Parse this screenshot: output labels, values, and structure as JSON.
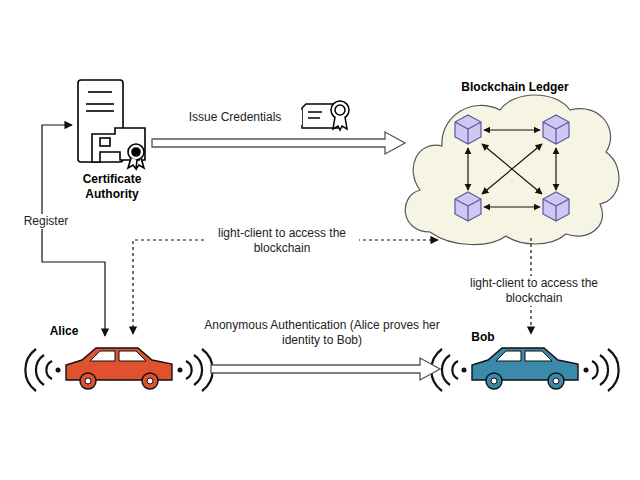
{
  "diagram": {
    "nodes": [
      {
        "text": [
          "Certificate Authority"
        ]
      },
      {
        "text": [
          "Blockchain Ledger"
        ]
      },
      {
        "text": [
          "Alice"
        ]
      },
      {
        "text": [
          "Bob"
        ]
      }
    ],
    "edges": [
      {
        "from": 0,
        "to": 1,
        "label": "Issue Credentials",
        "arrow": "to"
      },
      {
        "from": 2,
        "to": 0,
        "label": "Register",
        "arrow": "both"
      },
      {
        "from": 2,
        "to": 1,
        "label": "light-client to access the blockchain",
        "arrow": "both"
      },
      {
        "from": 1,
        "to": 3,
        "label": "light-client to access the blockchain",
        "arrow": "to"
      },
      {
        "from": 2,
        "to": 3,
        "label": "Anonymous Authentication (Alice proves her identity to Bob)",
        "arrow": "to"
      }
    ]
  }
}
